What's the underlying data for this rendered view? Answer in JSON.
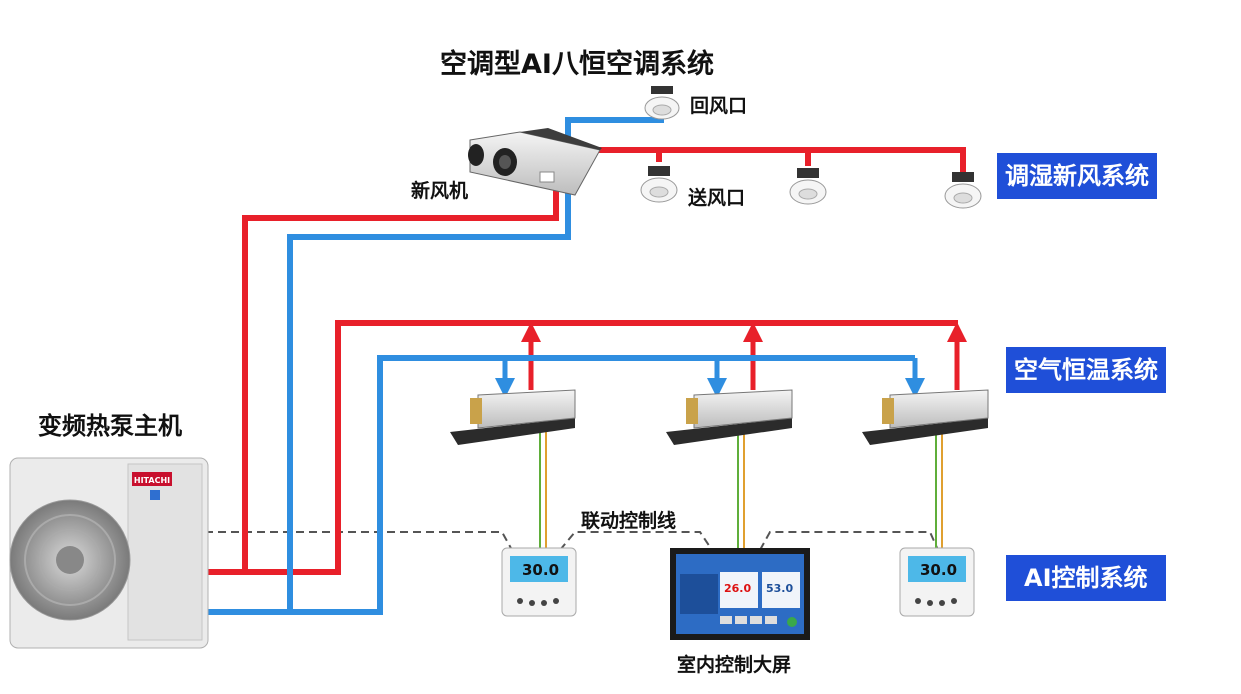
{
  "title": "空调型AI八恒空调系统",
  "labels": {
    "return_air": "回风口",
    "supply_air": "送风口",
    "fresh_air_unit": "新风机",
    "heat_pump": "变频热泵主机",
    "link_control_line": "联动控制线",
    "indoor_screen": "室内控制大屏"
  },
  "system_tags": {
    "humidity_fresh_air": "调湿新风系统",
    "constant_temp": "空气恒温系统",
    "ai_control": "AI控制系统"
  },
  "devices": {
    "heat_pump_brand": "HITACHI",
    "thermostat_left": "30.0",
    "thermostat_right": "30.0",
    "screen_temp": "26.0",
    "screen_humidity": "53.0"
  },
  "colors": {
    "hot_pipe": "#e8202a",
    "cold_pipe": "#2f8ee0",
    "tag_bg": "#1f4fd8",
    "control_line": "#555555",
    "wire_green": "#5fae3a",
    "wire_orange": "#e0a030"
  }
}
